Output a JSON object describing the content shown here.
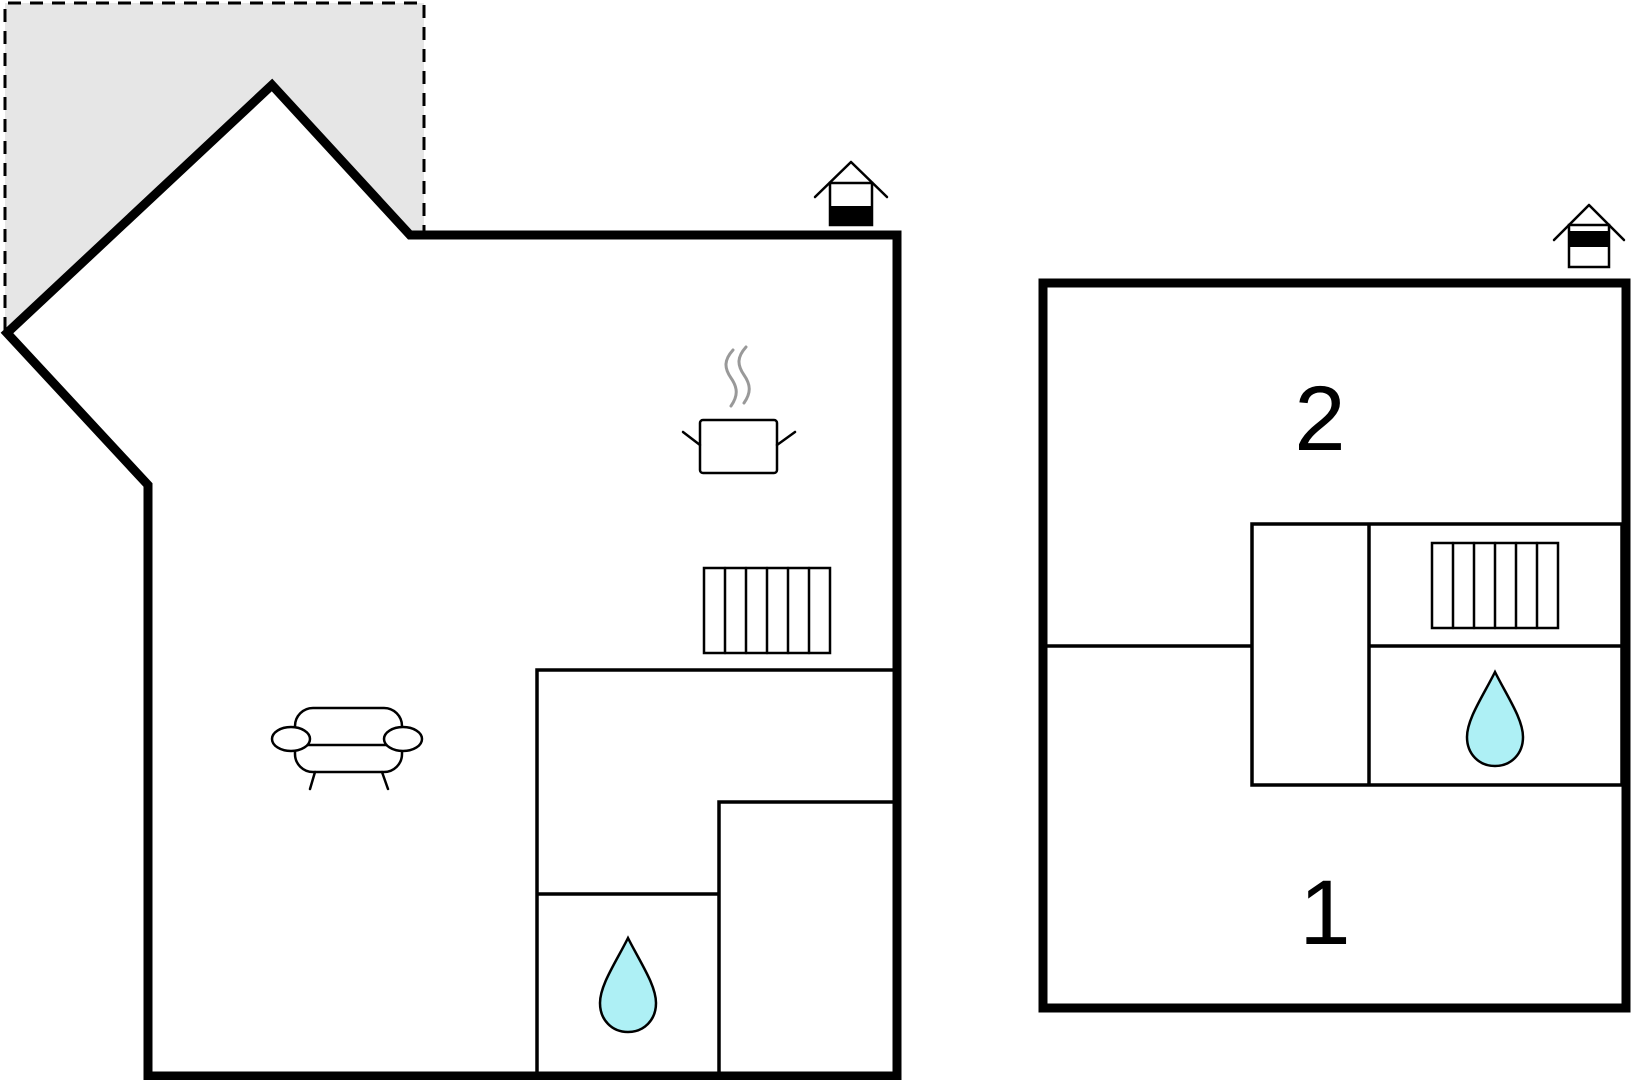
{
  "floors": [
    {
      "name": "ground-floor",
      "rooms": [
        {
          "id": "living-room",
          "icon": "armchair-icon"
        },
        {
          "id": "kitchen",
          "icon": "cooking-pot-icon"
        },
        {
          "id": "heating",
          "icon": "radiator-icon"
        },
        {
          "id": "bathroom",
          "icon": "water-drop-icon"
        }
      ],
      "marker_icon": "house-floor-marker-icon"
    },
    {
      "name": "upper-floor",
      "rooms": [
        {
          "id": "bedroom-2",
          "label": "2"
        },
        {
          "id": "bedroom-1",
          "label": "1"
        },
        {
          "id": "heating",
          "icon": "radiator-icon"
        },
        {
          "id": "bathroom",
          "icon": "water-drop-icon"
        }
      ],
      "marker_icon": "house-floor-marker-icon"
    }
  ],
  "colors": {
    "walls": "#000000",
    "terrace": "#e6e6e6",
    "water": "#aef0f5",
    "steam": "#999999"
  }
}
